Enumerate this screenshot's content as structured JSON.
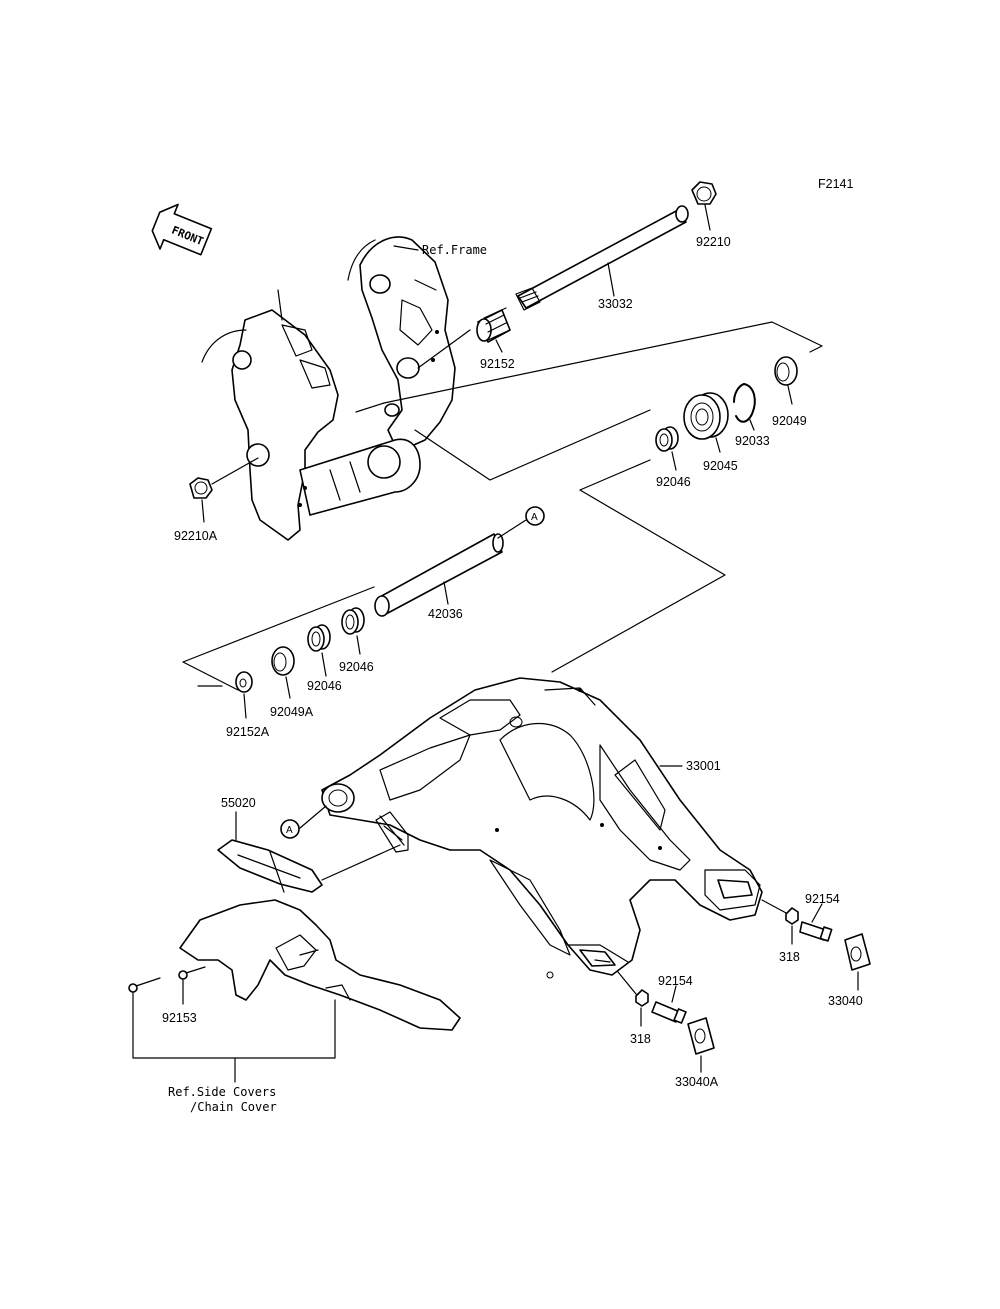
{
  "figure_code": "F2141",
  "front_marker": "FRONT",
  "ref_frame": "Ref.Frame",
  "ref_side_covers_line1": "Ref.Side Covers",
  "ref_side_covers_line2": "/Chain Cover",
  "marker_a": "A",
  "parts": {
    "p92210": "92210",
    "p33032": "33032",
    "p92152": "92152",
    "p92049": "92049",
    "p92033": "92033",
    "p92045": "92045",
    "p92046_top": "92046",
    "p92210A": "92210A",
    "p42036": "42036",
    "p92046_left_a": "92046",
    "p92046_left_b": "92046",
    "p92049A": "92049A",
    "p92152A": "92152A",
    "p33001": "33001",
    "p55020": "55020",
    "p92154_right": "92154",
    "p318_right": "318",
    "p33040": "33040",
    "p92154_bottom": "92154",
    "p318_bottom": "318",
    "p33040A": "33040A",
    "p92153": "92153"
  }
}
